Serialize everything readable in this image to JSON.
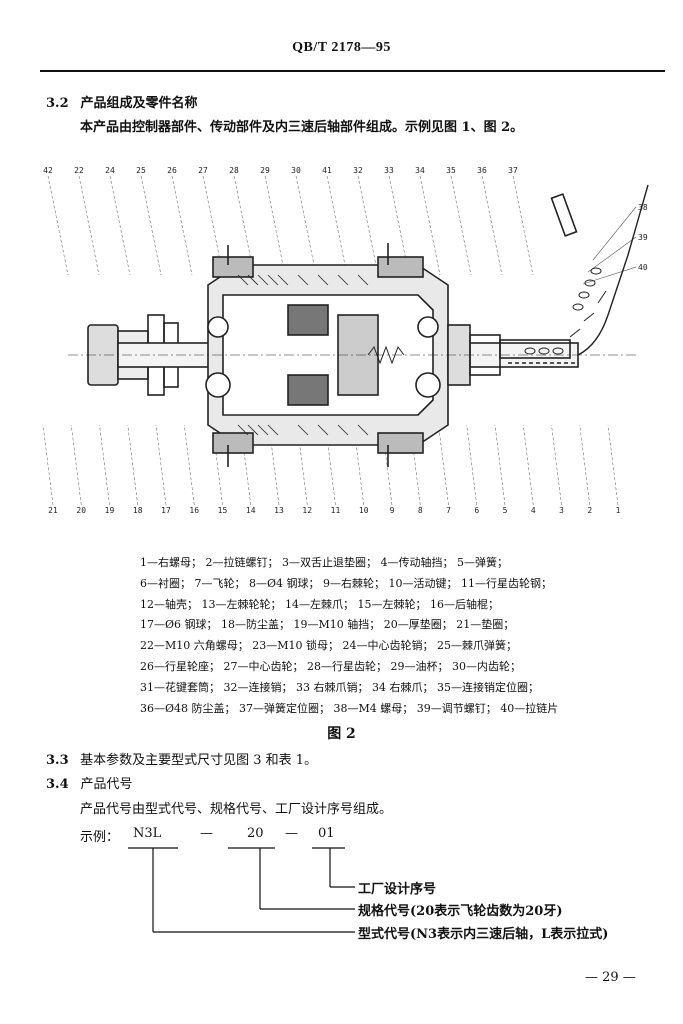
{
  "header": {
    "standard_id": "QB/T 2178—95"
  },
  "section_3_2": {
    "number": "3.2",
    "title": "产品组成及零件名称",
    "text": "本产品由控制器部件、传动部件及内三速后轴部件组成。示例见图 1、图 2。"
  },
  "figure": {
    "top_callouts": [
      "42",
      "22",
      "24",
      "25",
      "26",
      "27",
      "28",
      "29",
      "30",
      "41",
      "32",
      "33",
      "34",
      "35",
      "36",
      "37"
    ],
    "side_callouts": [
      "38",
      "39",
      "40"
    ],
    "bottom_callouts": [
      "21",
      "20",
      "19",
      "18",
      "17",
      "16",
      "15",
      "14",
      "13",
      "12",
      "11",
      "10",
      "9",
      "8",
      "7",
      "6",
      "5",
      "4",
      "3",
      "2",
      "1"
    ],
    "caption": "图  2"
  },
  "legend": [
    "1—右螺母；  2—拉链螺钉；  3—双舌止退垫圈；  4—传动轴挡；  5—弹簧；",
    "6—衬圈；  7—飞轮；  8—Ø4 钢球；  9—右棘轮；  10—活动键；  11—行星齿轮钢；",
    "12—轴壳；  13—左棘轮轮；  14—左棘爪；  15—左棘轮；  16—后轴棍；",
    "17—Ø6 钢球；  18—防尘盖；  19—M10 轴挡；  20—厚垫圈；  21—垫圈；",
    "22—M10 六角螺母；  23—M10 锁母；  24—中心齿轮销；  25—棘爪弹簧；",
    "26—行星轮座；  27—中心齿轮；  28—行星齿轮；  29—油杯；  30—内齿轮；",
    "31—花键套筒；  32—连接销；  33  右棘爪销；  34  右棘爪；  35—连接销定位圈；",
    "36—Ø48 防尘盖；  37—弹簧定位圈；  38—M4 螺母；  39—调节螺钉；  40—拉链片"
  ],
  "section_3_3": {
    "number": "3.3",
    "text": "基本参数及主要型式尺寸见图 3 和表 1。"
  },
  "section_3_4": {
    "number": "3.4",
    "title": "产品代号",
    "text": "产品代号由型式代号、规格代号、工厂设计序号组成。"
  },
  "code_example": {
    "label": "示例：",
    "type_code": "N3L",
    "dash": "—",
    "spec_code": "20",
    "serial_code": "01",
    "serial_note": "工厂设计序号",
    "spec_note": "规格代号(20表示飞轮齿数为20牙)",
    "type_note": "型式代号(N3表示内三速后轴，L表示拉式)"
  },
  "footer": {
    "page_number": "— 29 —"
  }
}
